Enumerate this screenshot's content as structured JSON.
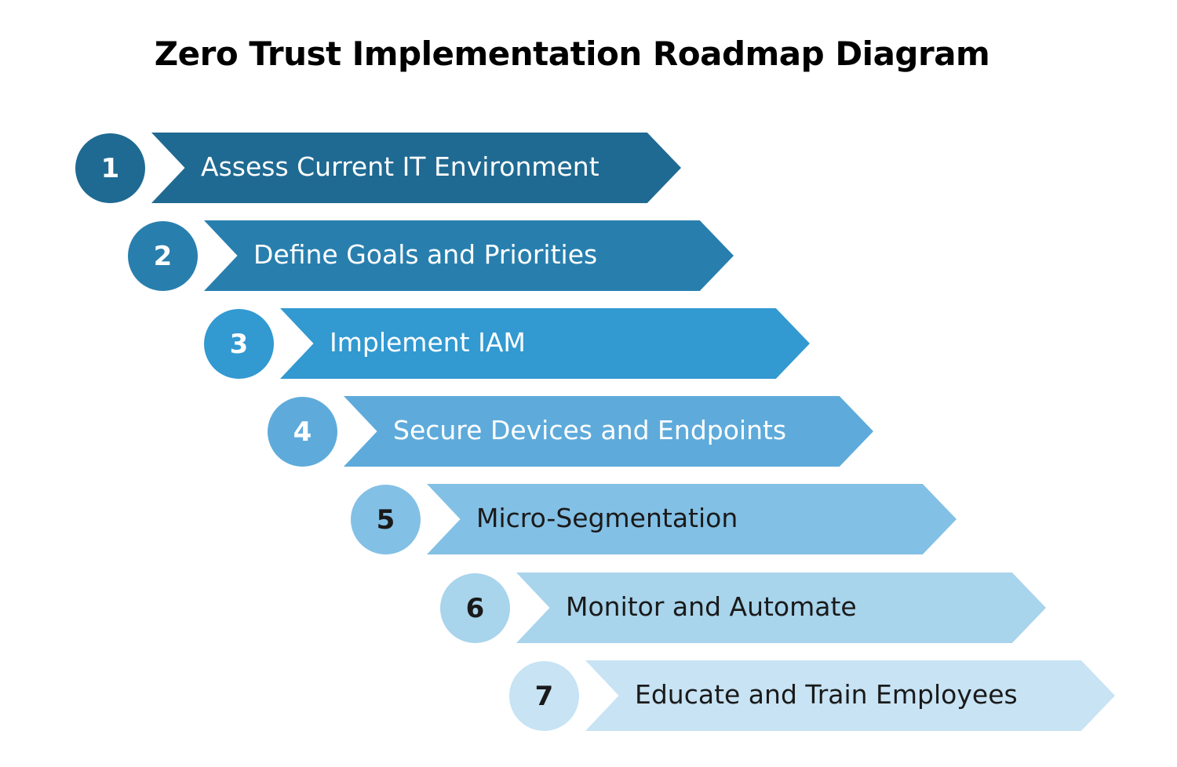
{
  "title": "Zero Trust Implementation Roadmap Diagram",
  "steps": [
    {
      "number": "1",
      "label": "Assess Current IT Environment",
      "color": "#1f6a92",
      "text_color": "#ffffff"
    },
    {
      "number": "2",
      "label": "Define Goals and Priorities",
      "color": "#287fae",
      "text_color": "#ffffff"
    },
    {
      "number": "3",
      "label": "Implement IAM",
      "color": "#3299d1",
      "text_color": "#ffffff"
    },
    {
      "number": "4",
      "label": "Secure Devices and Endpoints",
      "color": "#5eabdb",
      "text_color": "#ffffff"
    },
    {
      "number": "5",
      "label": "Micro-Segmentation",
      "color": "#83c0e5",
      "text_color": "#1a1a1a"
    },
    {
      "number": "6",
      "label": "Monitor and Automate",
      "color": "#a8d4ec",
      "text_color": "#1a1a1a"
    },
    {
      "number": "7",
      "label": "Educate and Train Employees",
      "color": "#c7e3f4",
      "text_color": "#1a1a1a"
    }
  ]
}
